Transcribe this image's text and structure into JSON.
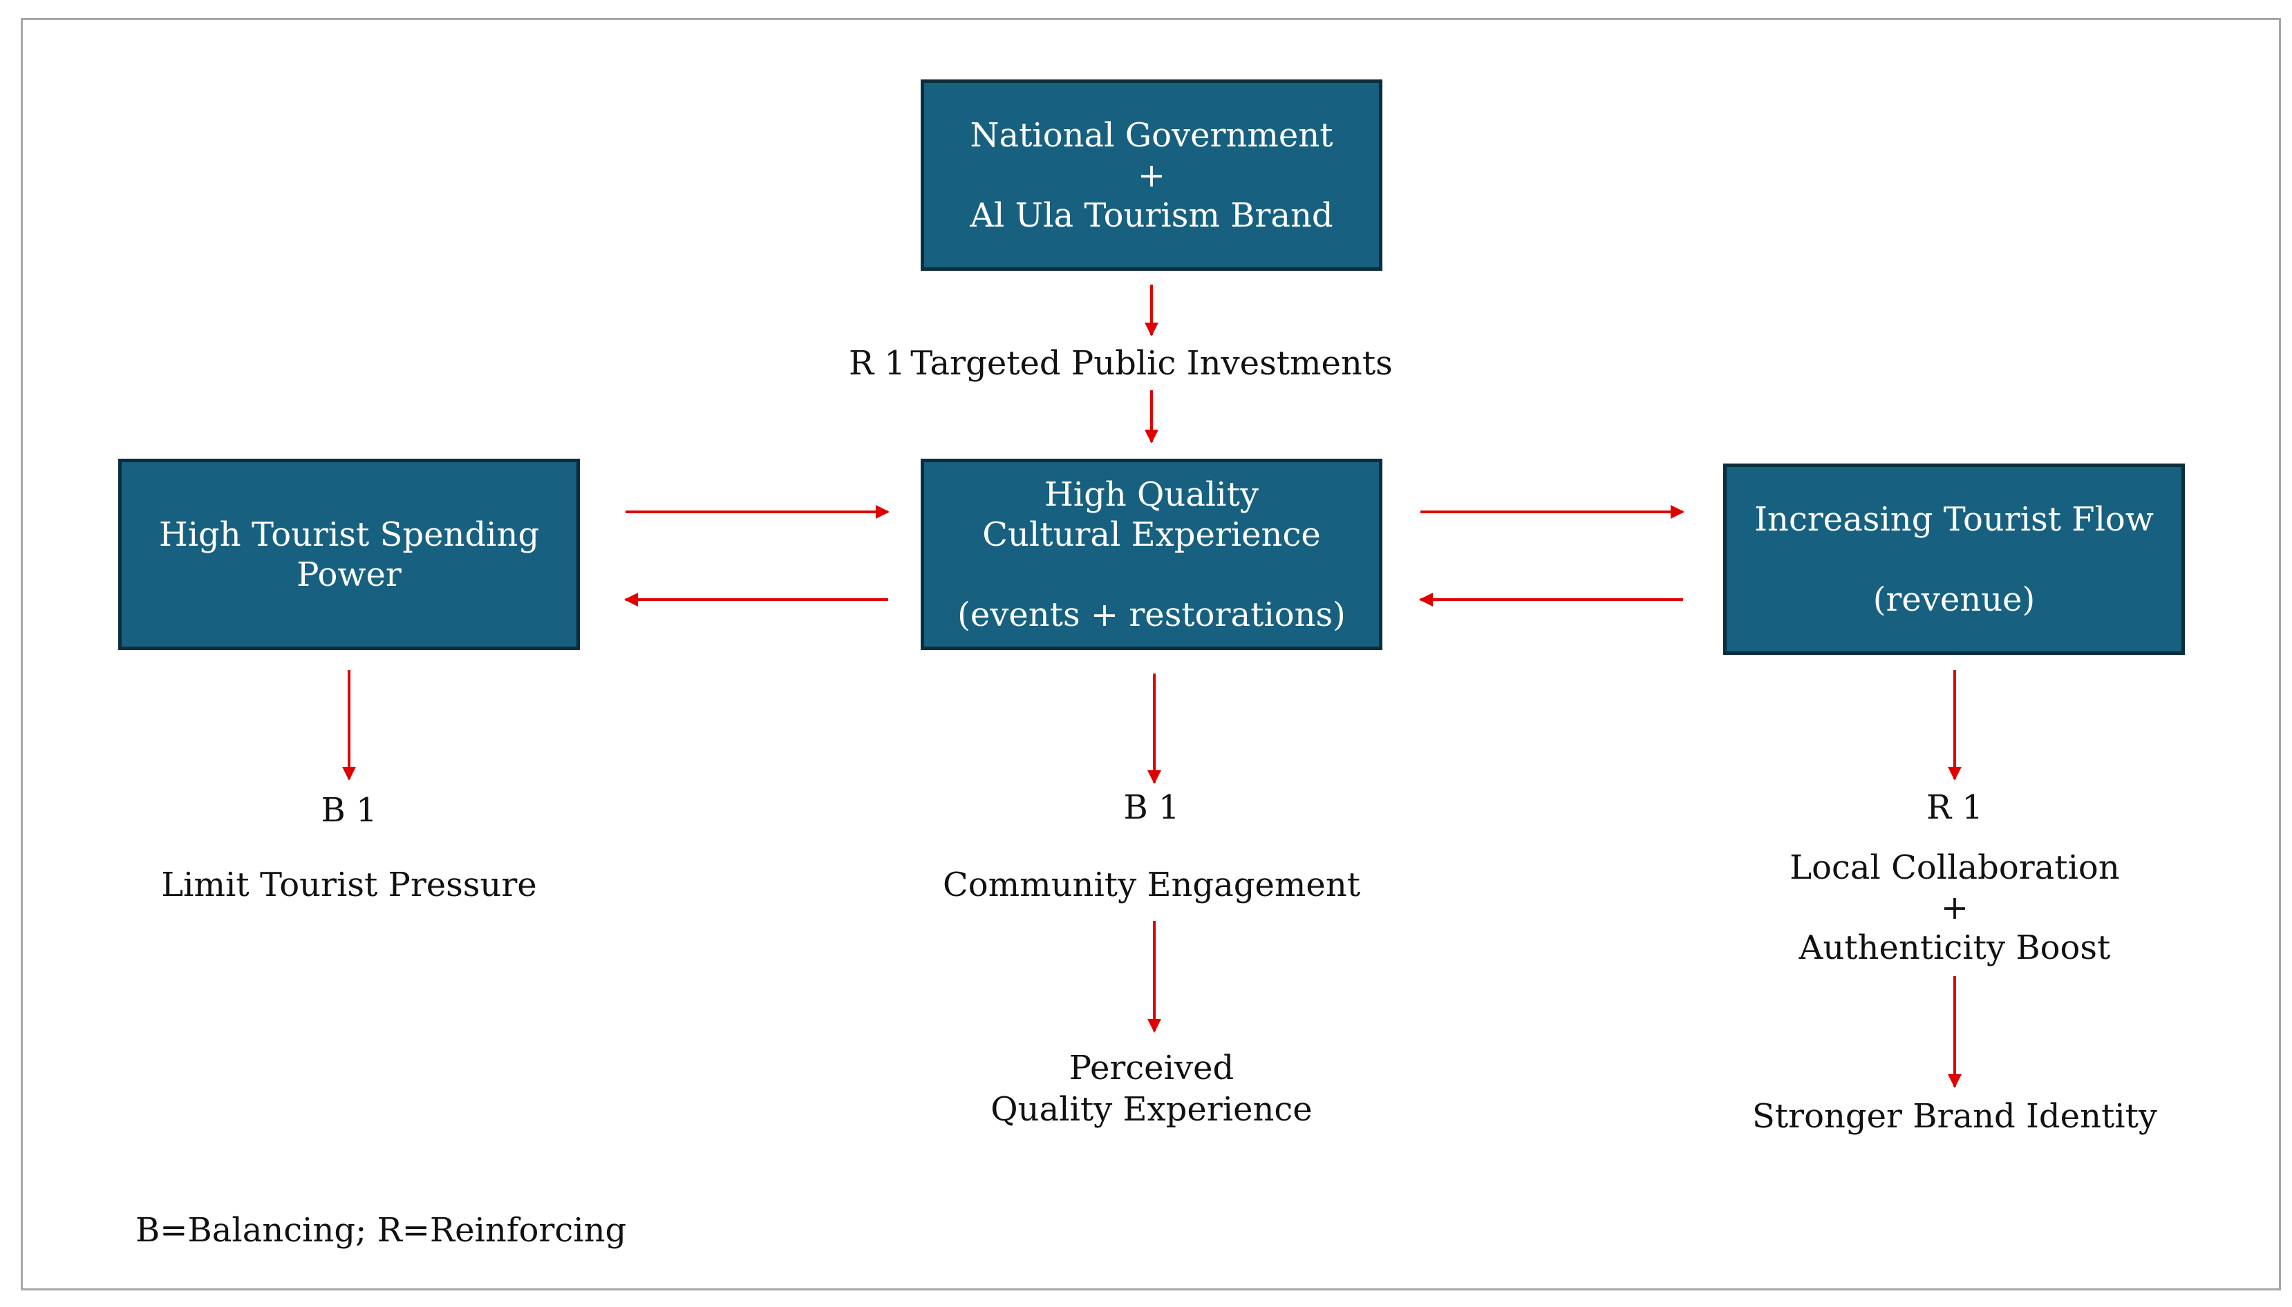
{
  "nodes": {
    "government": {
      "lines": [
        "National Government",
        "+",
        "Al Ula Tourism Brand"
      ]
    },
    "cultural": {
      "lines": [
        "High Quality",
        "Cultural Experience",
        "",
        "(events + restorations)"
      ]
    },
    "spending": {
      "lines": [
        "High Tourist Spending",
        "Power"
      ]
    },
    "flow": {
      "lines": [
        "Increasing Tourist Flow",
        "",
        "(revenue)"
      ]
    }
  },
  "labels": {
    "investments": "Targeted Public Investments",
    "loop_top": "R 1",
    "loop_left": "B 1",
    "loop_center": "B 1",
    "loop_right": "R 1",
    "limit_pressure": "Limit Tourist Pressure",
    "community": "Community Engagement",
    "perceived": [
      "Perceived",
      "Quality Experience"
    ],
    "collaboration": [
      "Local Collaboration",
      "+",
      "Authenticity Boost"
    ],
    "brand_identity": "Stronger Brand Identity",
    "legend": "B=Balancing; R=Reinforcing"
  },
  "colors": {
    "box_fill": "#17607f",
    "box_border": "#0d2d3d",
    "arrow": "#e00000",
    "frame": "#a6a6a6"
  }
}
